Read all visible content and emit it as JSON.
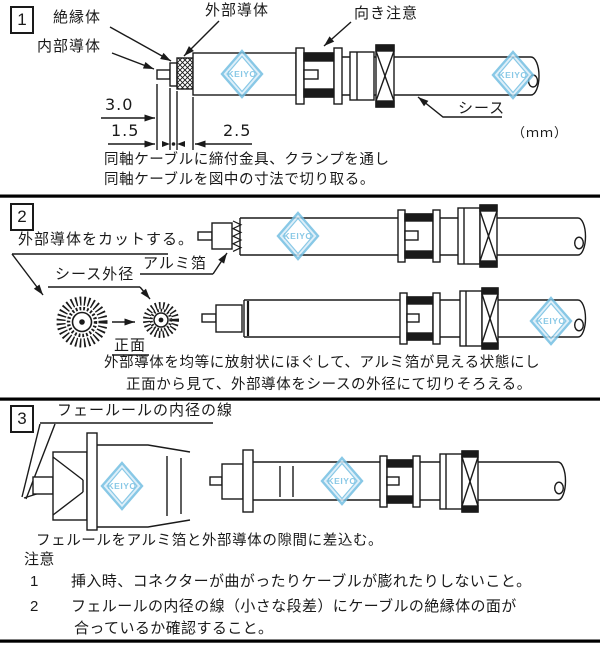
{
  "page": {
    "ink": "#1a1a1a",
    "watermark_text": "KEIYO",
    "watermark_color": "#74bfe2"
  },
  "step1": {
    "number": "1",
    "label_insulator": "絶縁体",
    "label_inner_conductor": "内部導体",
    "label_outer_conductor": "外部導体",
    "label_orientation": "向き注意",
    "label_sheath": "シース",
    "unit_note": "（ｍｍ）",
    "dim_a": "3.0",
    "dim_b": "1.5",
    "dim_c": "2.5",
    "caption1": "同軸ケーブルに締付金具、クランプを通し",
    "caption2": "同軸ケーブルを図中の寸法で切り取る。"
  },
  "step2": {
    "number": "2",
    "label_cut": "外部導体をカットする。",
    "label_foil": "アルミ箔",
    "label_sheath_od": "シース外径",
    "label_front": "正面",
    "caption1": "外部導体を均等に放射状にほぐして、アルミ箔が見える状態にし",
    "caption2": "正面から見て、外部導体をシースの外径にて切りそろえる。"
  },
  "step3": {
    "number": "3",
    "label_ferrule_line": "フェールールの内径の線",
    "caption": "フェルールをアルミ箔と外部導体の隙間に差込む。",
    "notes_title": "注意",
    "note1_num": "1",
    "note1": "挿入時、コネクターが曲がったりケーブルが膨れたりしないこと。",
    "note2_num": "2",
    "note2a": "フェルールの内径の線（小さな段差）にケーブルの絶縁体の面が",
    "note2b": "合っているか確認すること。"
  }
}
